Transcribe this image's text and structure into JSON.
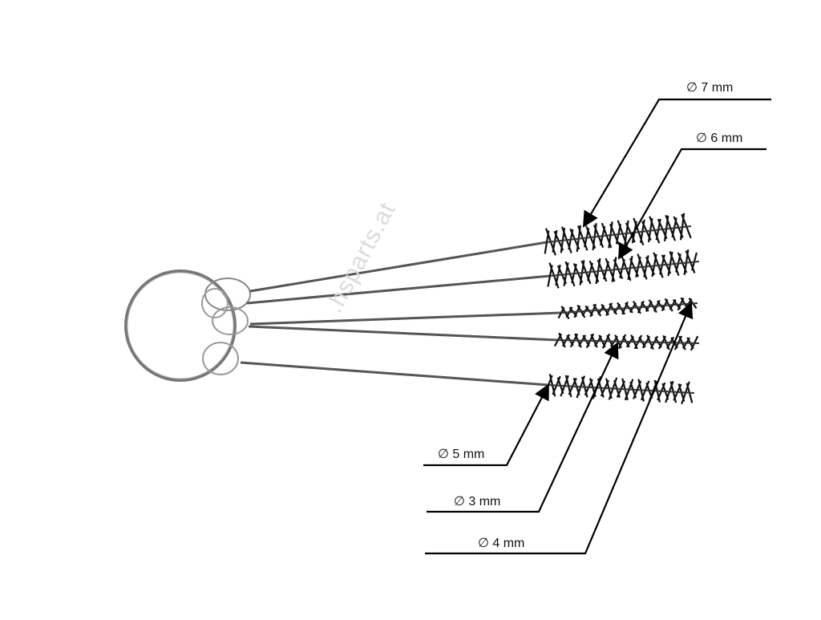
{
  "watermark": ".hsparts.at",
  "brushes": [
    {
      "id": "brush-7mm",
      "label": "∅ 7 mm"
    },
    {
      "id": "brush-6mm",
      "label": "∅ 6 mm"
    },
    {
      "id": "brush-4mm",
      "label": "∅ 4 mm"
    },
    {
      "id": "brush-3mm",
      "label": "∅ 3 mm"
    },
    {
      "id": "brush-5mm",
      "label": "∅ 5 mm"
    }
  ],
  "colors": {
    "bristle": "#111111",
    "wire": "#555555",
    "ring": "#666666",
    "line": "#000000"
  }
}
